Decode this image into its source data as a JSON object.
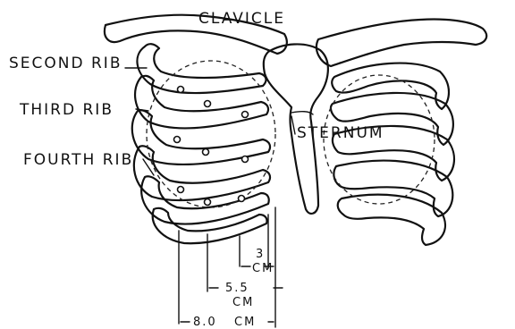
{
  "labels": {
    "clavicle": "CLAVICLE",
    "second_rib": "SECOND RIB",
    "third_rib": "THIRD RIB",
    "fourth_rib": "FOURTH RIB",
    "sternum": "STERNUM"
  },
  "measurements": [
    {
      "value": "3",
      "unit": "CM"
    },
    {
      "value": "5.5",
      "unit": "CM"
    },
    {
      "value": "8.0",
      "unit": "CM"
    }
  ]
}
